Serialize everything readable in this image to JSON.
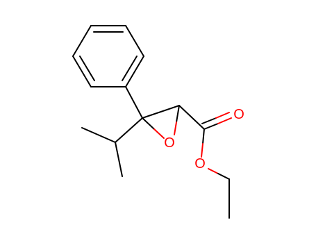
{
  "molecule": {
    "colors": {
      "carbon_bond": "#000000",
      "oxygen": "#ff0000",
      "background": "#ffffff"
    },
    "atoms": [
      {
        "id": "O_epoxide",
        "symbol": "O"
      },
      {
        "id": "O_carbonyl",
        "symbol": "O"
      },
      {
        "id": "O_ester",
        "symbol": "O"
      }
    ]
  }
}
